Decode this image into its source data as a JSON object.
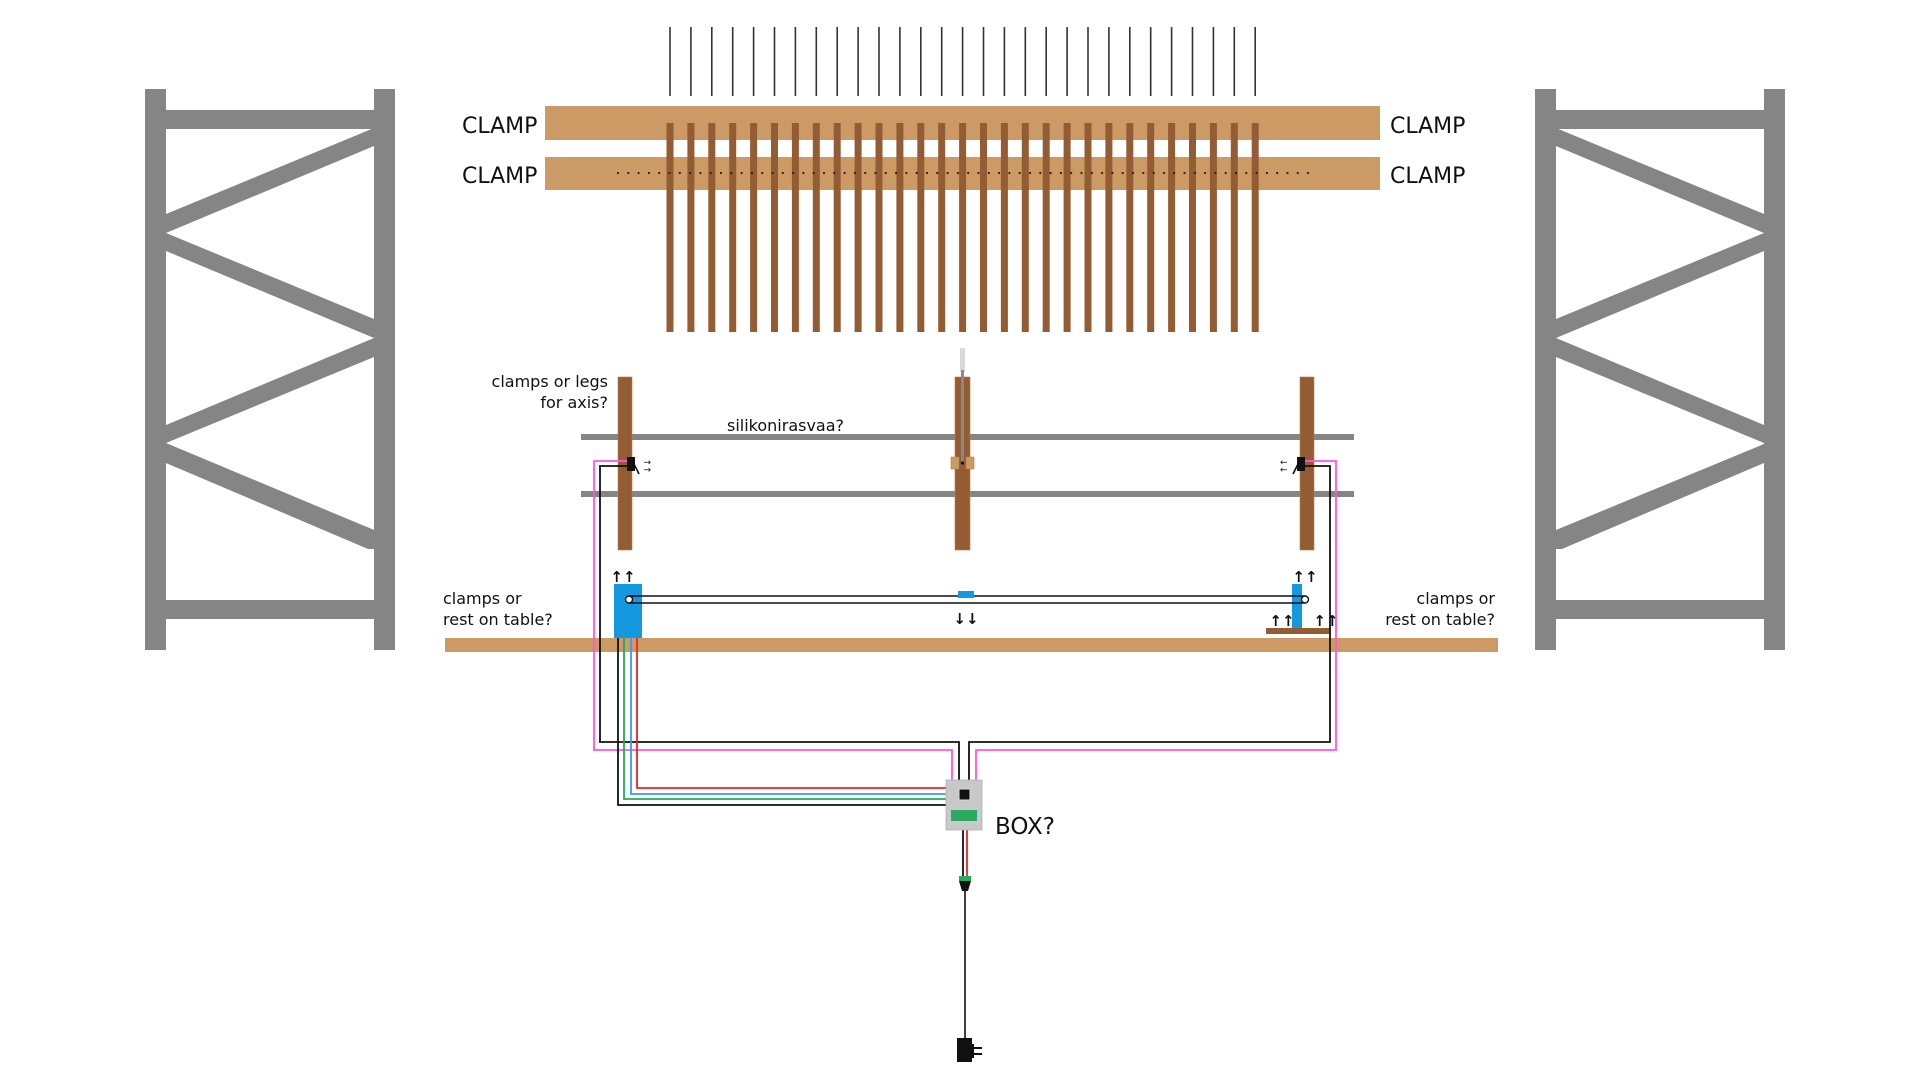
{
  "diagram": {
    "labels": {
      "clamp_top_left": "CLAMP",
      "clamp_bottom_left": "CLAMP",
      "clamp_top_right": "CLAMP",
      "clamp_bottom_right": "CLAMP",
      "axis_support_line1": "clamps or legs",
      "axis_support_line2": "for axis?",
      "lubricant": "silikonirasvaa?",
      "table_left_line1": "clamps or",
      "table_left_line2": "rest on table?",
      "table_right_line1": "clamps or",
      "table_right_line2": "rest on table?",
      "box": "BOX?"
    },
    "direction_marks": {
      "up": "↑↑",
      "down": "↓↓"
    },
    "comb": {
      "needle_count": 29,
      "tooth_count": 29
    },
    "frames": [
      "left-rack-frame",
      "right-rack-frame"
    ],
    "wires": [
      {
        "name": "black-wire",
        "color": "#111111"
      },
      {
        "name": "pink-wire",
        "color": "#ff55dd"
      },
      {
        "name": "green-wire",
        "color": "#22aa55"
      },
      {
        "name": "blue-wire",
        "color": "#3399ff"
      },
      {
        "name": "red-wire",
        "color": "#ee2222"
      }
    ],
    "colors": {
      "frame_gray": "#858585",
      "wood_light": "#cc9b65",
      "wood_dark": "#935c33",
      "rail_gray": "#858585",
      "switch_blue": "#1499e0",
      "box_gray": "#c8c8c8",
      "box_green": "#2aaa60",
      "needle": "#333333"
    }
  }
}
